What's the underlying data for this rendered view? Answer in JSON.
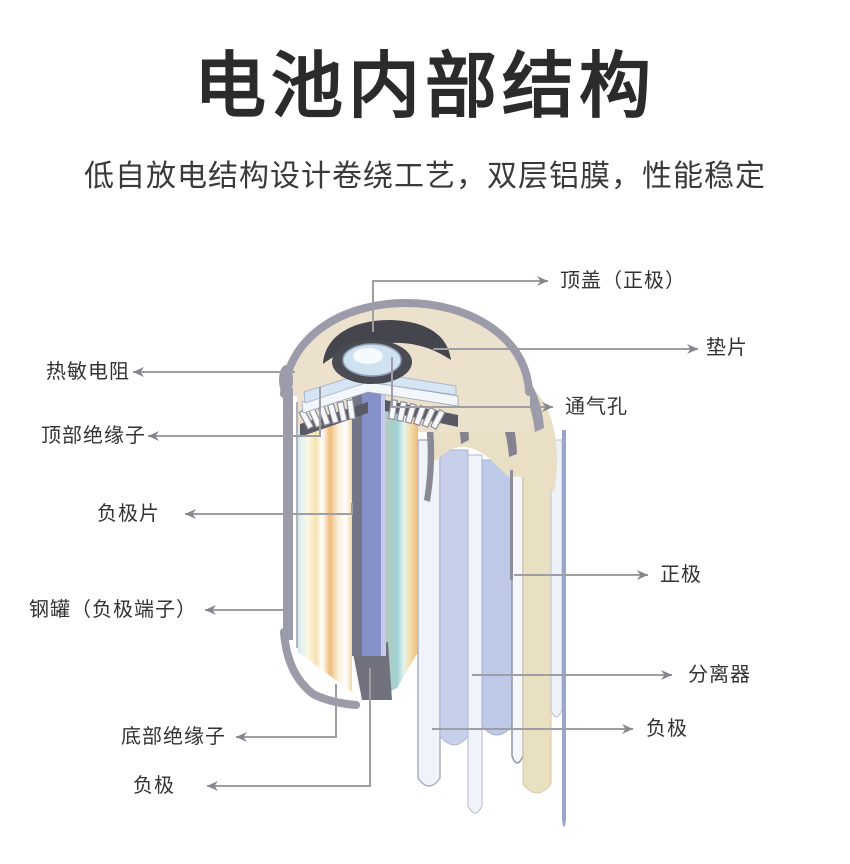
{
  "page": {
    "title": "电池内部结构",
    "subtitle": "低自放电结构设计卷绕工艺，双层铝膜，性能稳定"
  },
  "diagram": {
    "callouts_left": [
      {
        "text": "热敏电阻"
      },
      {
        "text": "顶部绝缘子"
      },
      {
        "text": "负极片"
      },
      {
        "text": "钢罐（负极端子）"
      },
      {
        "text": "底部绝缘子"
      },
      {
        "text": "负极"
      }
    ],
    "callouts_right": [
      {
        "text": "顶盖（正极）"
      },
      {
        "text": "垫片"
      },
      {
        "text": "通气孔"
      },
      {
        "text": "正极"
      },
      {
        "text": "分离器"
      },
      {
        "text": "负极"
      }
    ],
    "colors": {
      "title_text": "#2b2b2b",
      "label_text": "#333333",
      "connector_line": "#9e9ea4",
      "can_gray": "#9b9ba9",
      "dome_cream": "#ebe1cc",
      "cap_dark": "#45454d",
      "insulator_blue": "#d5e5f4",
      "center_rod_blue": "#8791c9",
      "ribbon_lavender": "#c7cfea",
      "ribbon_cream": "#e9dfc2",
      "stripe_orange": "#eebc7a",
      "stripe_yellow": "#f5e3ae",
      "stripe_teal": "#bfe0e4"
    }
  }
}
